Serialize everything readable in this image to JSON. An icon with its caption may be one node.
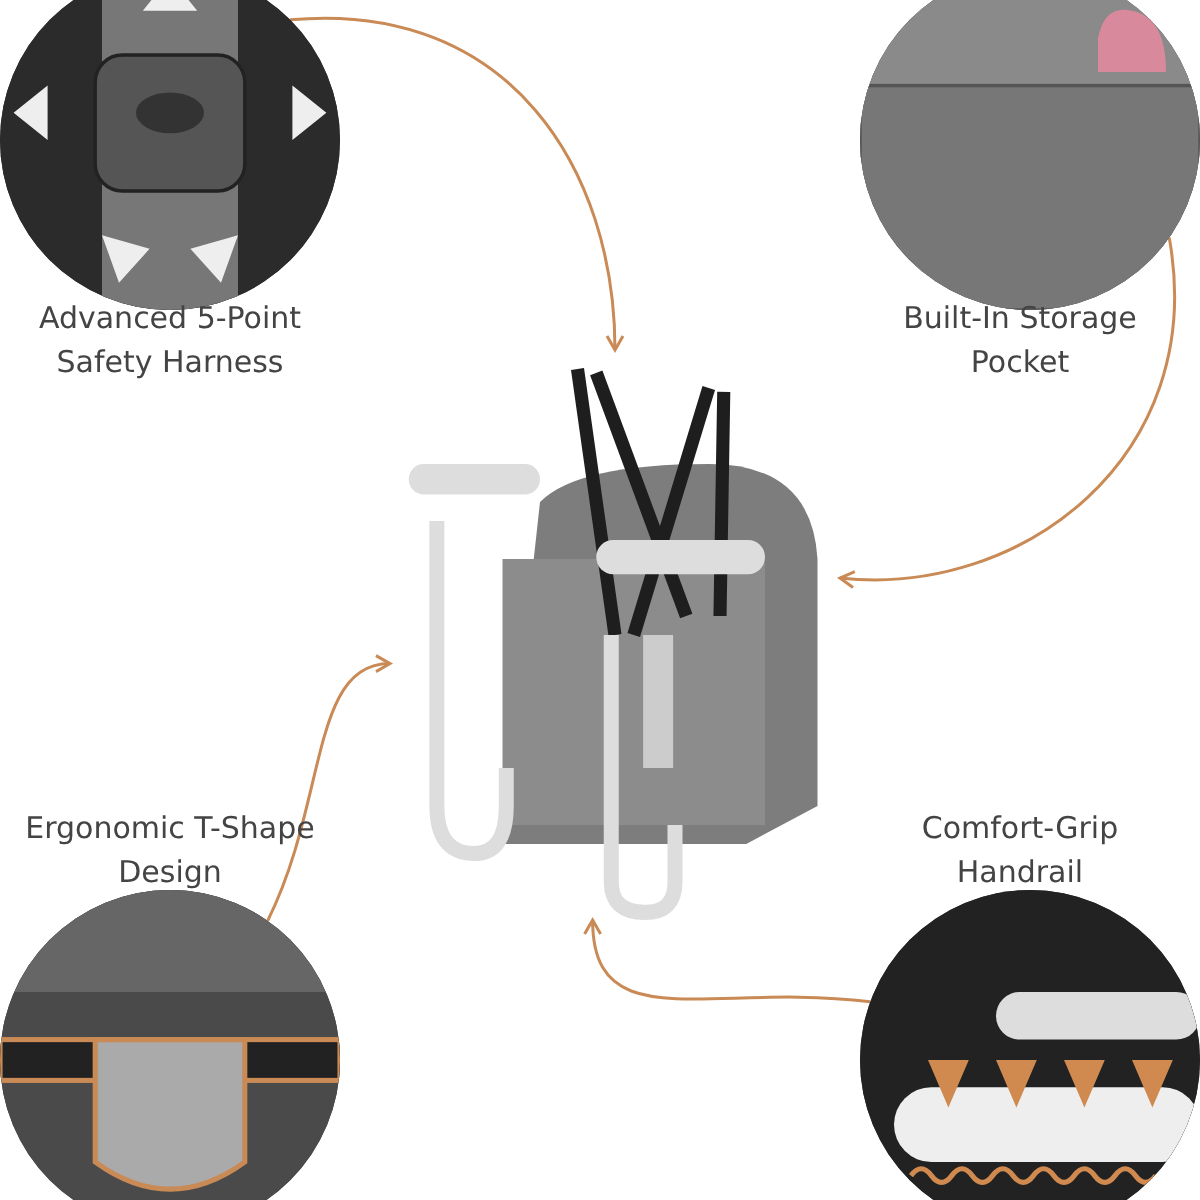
{
  "diagram": {
    "nodes": [
      {
        "text": [],
        "shape": "picture",
        "beside": [
          "Advanced 5-Point Safety Harness"
        ]
      },
      {
        "text": [],
        "shape": "picture",
        "beside": [
          "Built-In Storage Pocket"
        ]
      },
      {
        "text": [],
        "shape": "picture",
        "beside": [
          "Ergonomic T-Shape Design"
        ]
      },
      {
        "text": [],
        "shape": "picture",
        "beside": [
          "Comfort-Grip Handrail"
        ]
      },
      {
        "text": [],
        "shape": "picture"
      }
    ],
    "edges": [
      {
        "from": 0,
        "to": 4,
        "arrow": "to"
      },
      {
        "from": 1,
        "to": 4,
        "arrow": "to"
      },
      {
        "from": 2,
        "to": 4,
        "arrow": "to"
      },
      {
        "from": 3,
        "to": 4,
        "arrow": "to"
      }
    ]
  }
}
